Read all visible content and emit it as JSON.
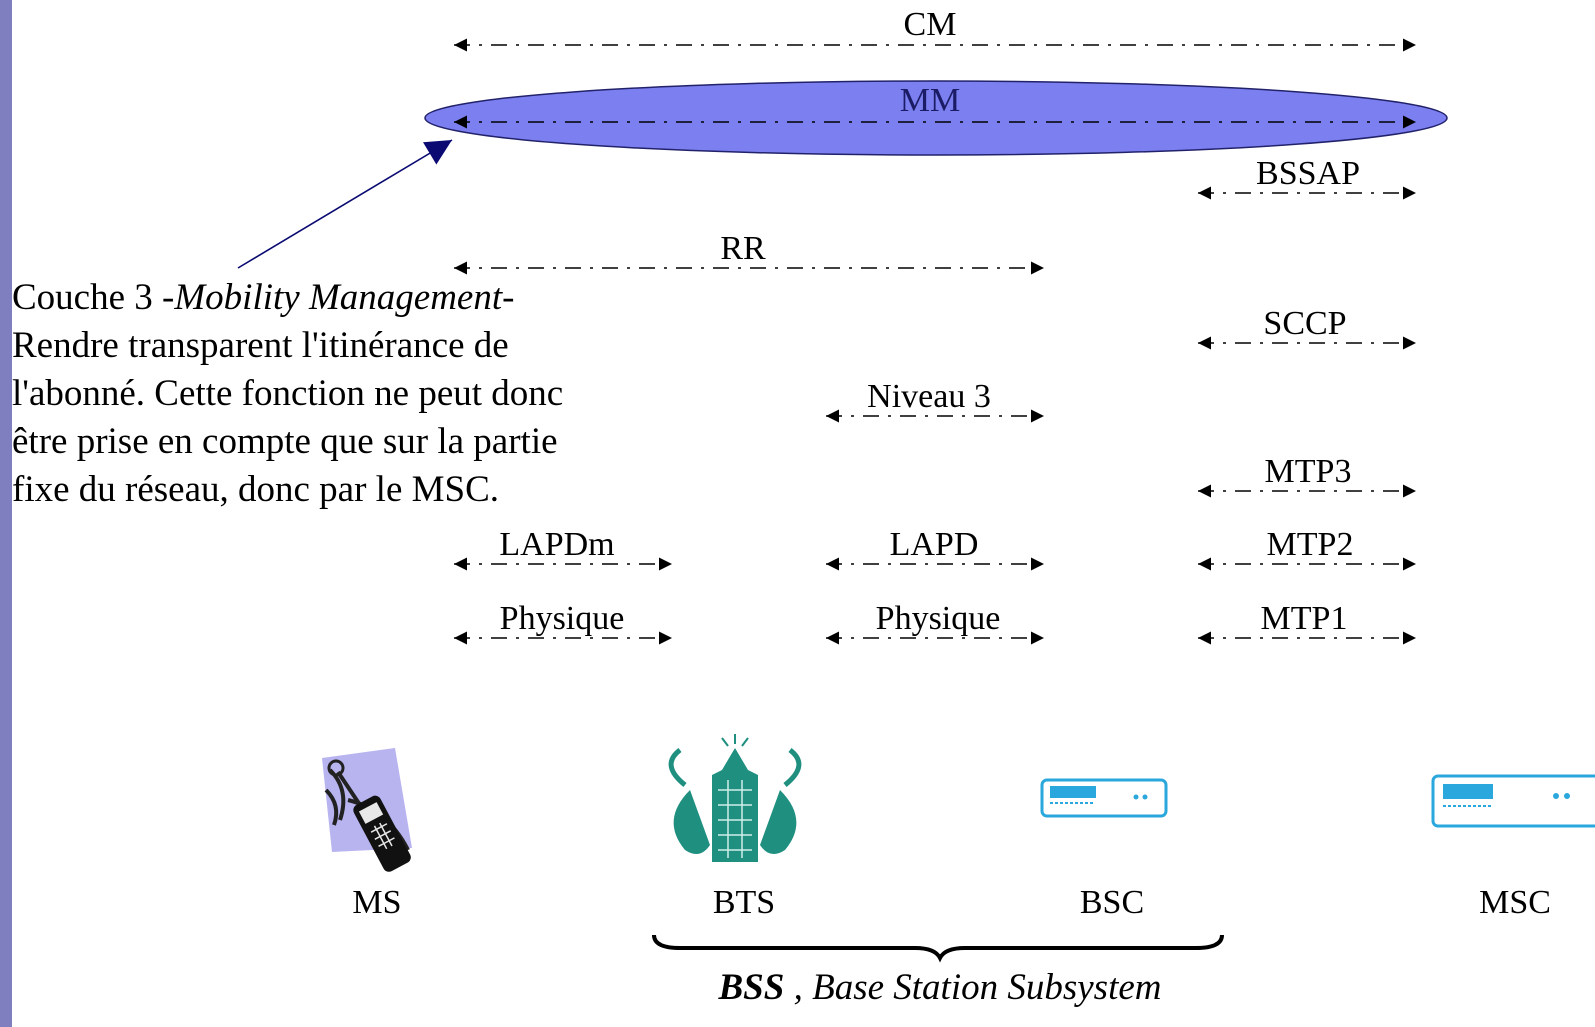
{
  "colors": {
    "side_bar": "#7f7fbf",
    "ellipse_fill": "#7b7fef",
    "ellipse_stroke": "#22226b",
    "mm_label": "#1c1c66",
    "arrow": "#000000",
    "pointer": "#0a0a72",
    "device": "#2aa7dc",
    "bts": "#1f8f80"
  },
  "protocols": {
    "cm": "CM",
    "mm": "MM",
    "bssap": "BSSAP",
    "rr": "RR",
    "sccp": "SCCP",
    "niveau3": "Niveau 3",
    "mtp3": "MTP3",
    "lapdm": "LAPDm",
    "lapd": "LAPD",
    "mtp2": "MTP2",
    "physique_ms": "Physique",
    "physique_bts": "Physique",
    "mtp1": "MTP1"
  },
  "note": {
    "prefix": "Couche 3 -",
    "italic": "Mobility Management",
    "suffix": "-Rendre transparent l'itinérance de l'abonné. Cette fonction ne peut donc être prise en compte que sur la partie fixe du réseau, donc par le MSC."
  },
  "nodes": {
    "ms": "MS",
    "bts": "BTS",
    "bsc": "BSC",
    "msc": "MSC"
  },
  "icons": {
    "ms": "mobile-phone-icon",
    "bts": "radio-tower-building-icon",
    "bsc": "controller-box-icon",
    "msc": "switching-center-box-icon"
  },
  "caption": {
    "bold": "BSS",
    "rest": " , Base Station Subsystem"
  }
}
